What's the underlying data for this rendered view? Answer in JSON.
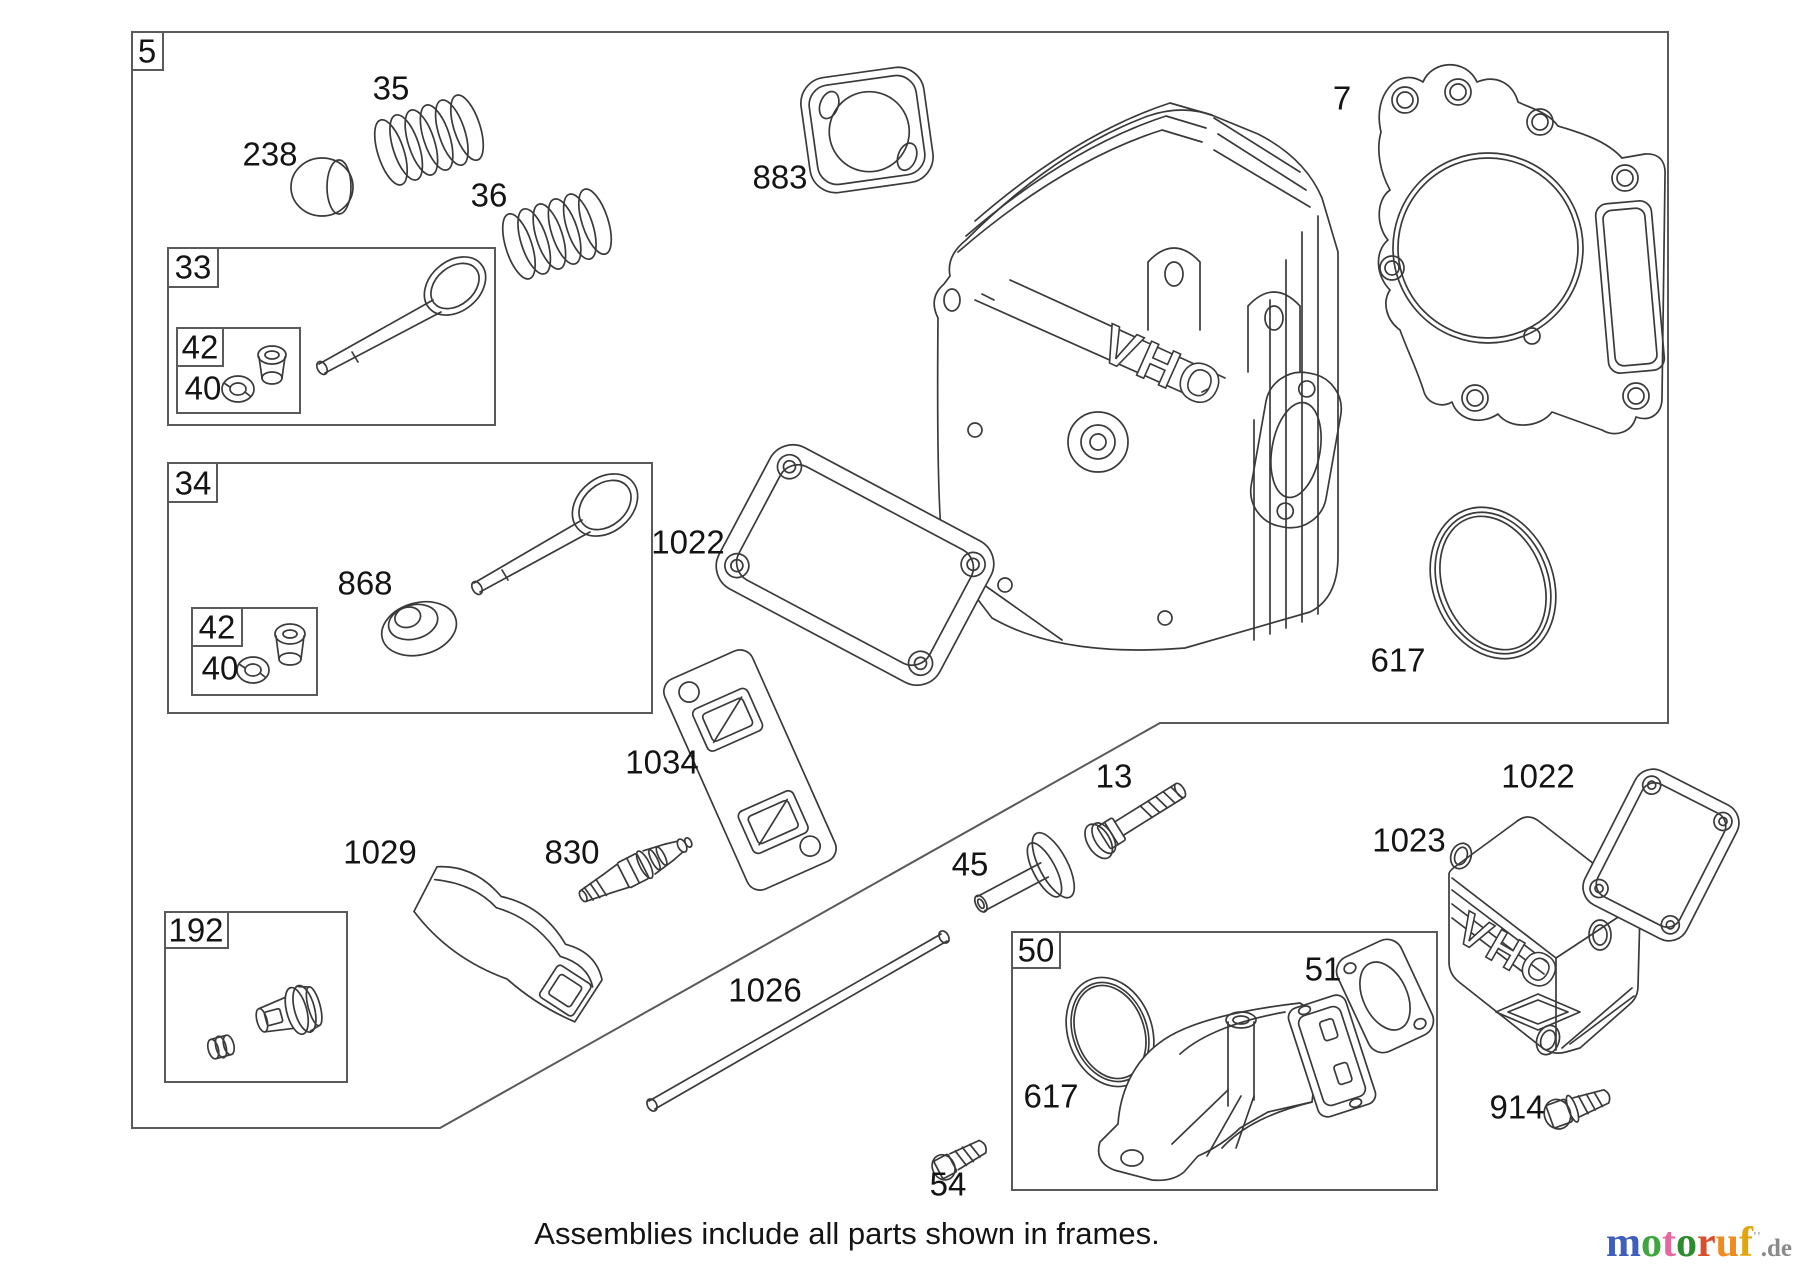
{
  "caption": "Assemblies include all parts shown in frames.",
  "embossed": {
    "cylinder_head": "OHV",
    "valve_cover": "OHV"
  },
  "callouts": {
    "n5": "5",
    "n35": "35",
    "n238": "238",
    "n36": "36",
    "n33": "33",
    "n42_exhaust": "42",
    "n40_exhaust": "40",
    "n34": "34",
    "n868": "868",
    "n42_intake": "42",
    "n40_intake": "40",
    "n1022_head": "1022",
    "n883": "883",
    "n7": "7",
    "n617_head": "617",
    "n1034": "1034",
    "n1029": "1029",
    "n830": "830",
    "n192": "192",
    "n1026": "1026",
    "n45": "45",
    "n13": "13",
    "n50": "50",
    "n617_manifold": "617",
    "n51": "51",
    "n54": "54",
    "n1023": "1023",
    "n1022_cover": "1022",
    "n914": "914"
  },
  "logo": {
    "letters": [
      {
        "ch": "m",
        "color": "#3f5fbf"
      },
      {
        "ch": "o",
        "color": "#3fa53f"
      },
      {
        "ch": "t",
        "color": "#e8679f"
      },
      {
        "ch": "o",
        "color": "#2e8b2e"
      },
      {
        "ch": "r",
        "color": "#d94f2b"
      },
      {
        "ch": "u",
        "color": "#ef8b1f"
      },
      {
        "ch": "f",
        "color": "#e3a50c"
      }
    ],
    "mark": "''",
    "mark_color": "#b0b0b0",
    "suffix": ".de",
    "suffix_color": "#8a8a8a"
  }
}
